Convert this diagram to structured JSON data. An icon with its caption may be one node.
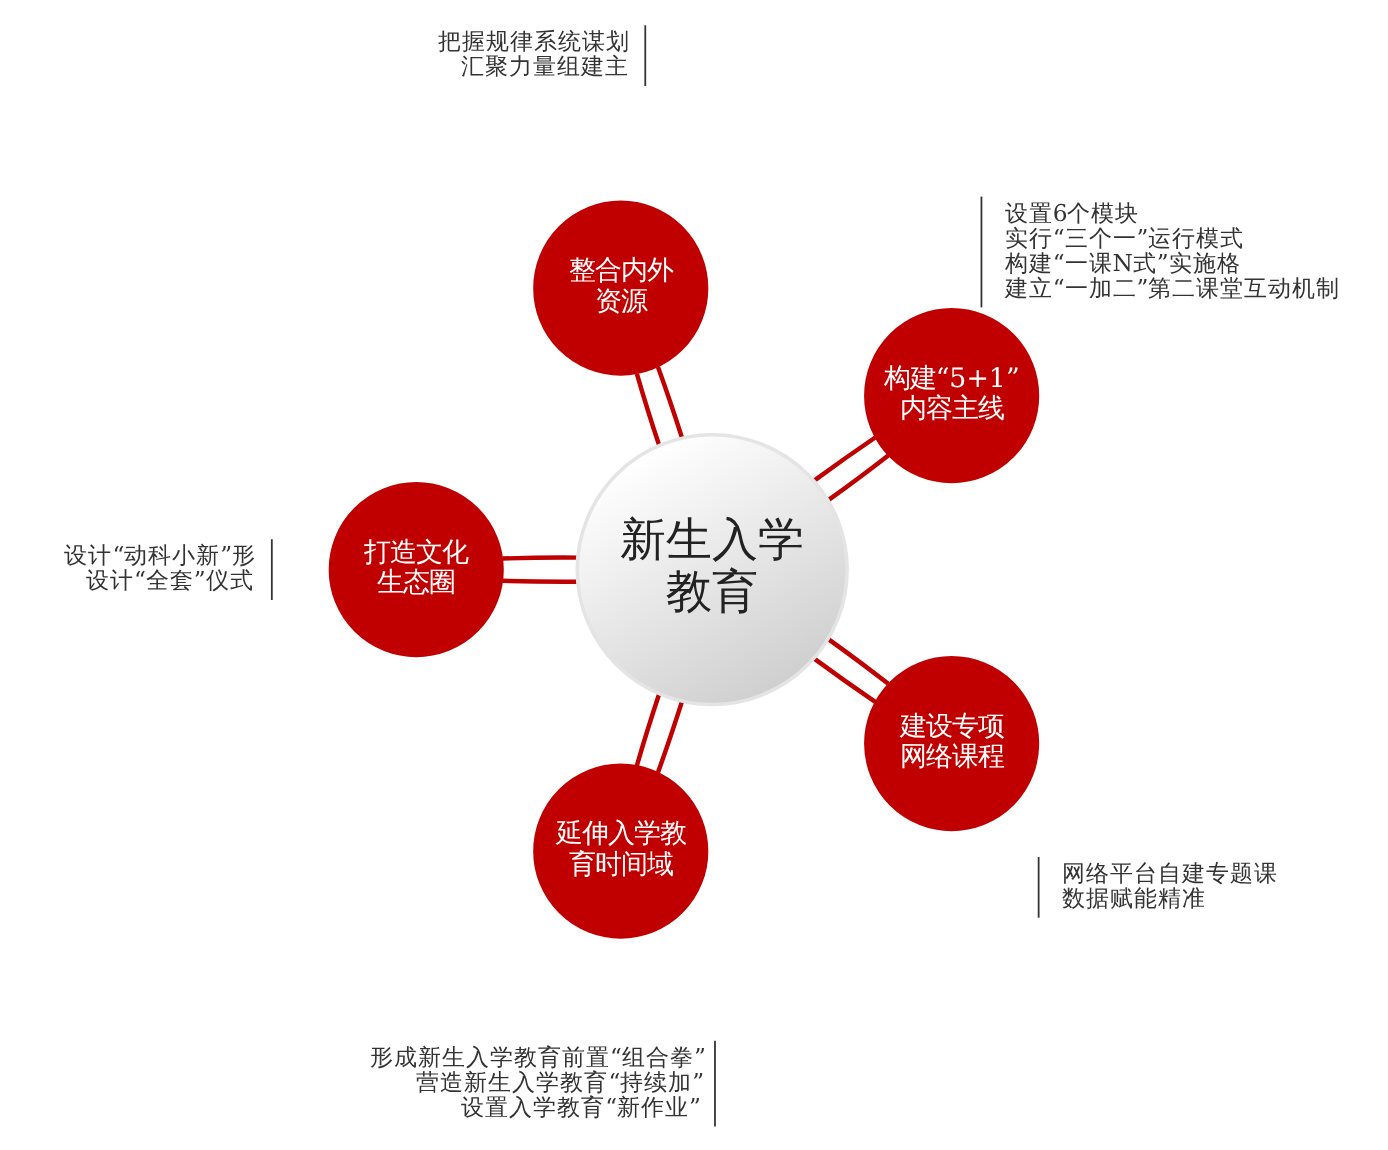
{
  "diagram": {
    "nodes": [
      {
        "text": [
          "新生入学教育"
        ]
      },
      {
        "text": [
          "整合内外资源"
        ],
        "beside": [
          "把握规律系统谋划",
          "汇聚力量组建主"
        ]
      },
      {
        "text": [
          "构建“5+1”内容主线"
        ],
        "beside": [
          "设置6个模块",
          "实行“三个一”运行模式",
          "构建“一课N式”实施格",
          "建立“一加二”第二课堂互动机制"
        ]
      },
      {
        "text": [
          "建设专项网络课程"
        ],
        "beside": [
          "网络平台自建专题课",
          "数据赋能精准"
        ]
      },
      {
        "text": [
          "延伸入学教育时间域"
        ],
        "beside": [
          "形成新生入学教育前置“组合拳”",
          "营造新生入学教育“持续加”",
          "设置入学教育“新作业”"
        ]
      },
      {
        "text": [
          "打造文化生态圈"
        ],
        "beside": [
          "设计“动科小新”形",
          "设计“全套”仪式"
        ]
      }
    ],
    "edges": [
      {
        "from": 1,
        "to": 0,
        "arrow": "none"
      },
      {
        "from": 1,
        "to": 0,
        "arrow": "none"
      },
      {
        "from": 2,
        "to": 0,
        "arrow": "none"
      },
      {
        "from": 2,
        "to": 0,
        "arrow": "none"
      },
      {
        "from": 3,
        "to": 0,
        "arrow": "none"
      },
      {
        "from": 3,
        "to": 0,
        "arrow": "none"
      },
      {
        "from": 4,
        "to": 0,
        "arrow": "none"
      },
      {
        "from": 4,
        "to": 0,
        "arrow": "none"
      },
      {
        "from": 5,
        "to": 0,
        "arrow": "none"
      },
      {
        "from": 5,
        "to": 0,
        "arrow": "none"
      }
    ]
  }
}
